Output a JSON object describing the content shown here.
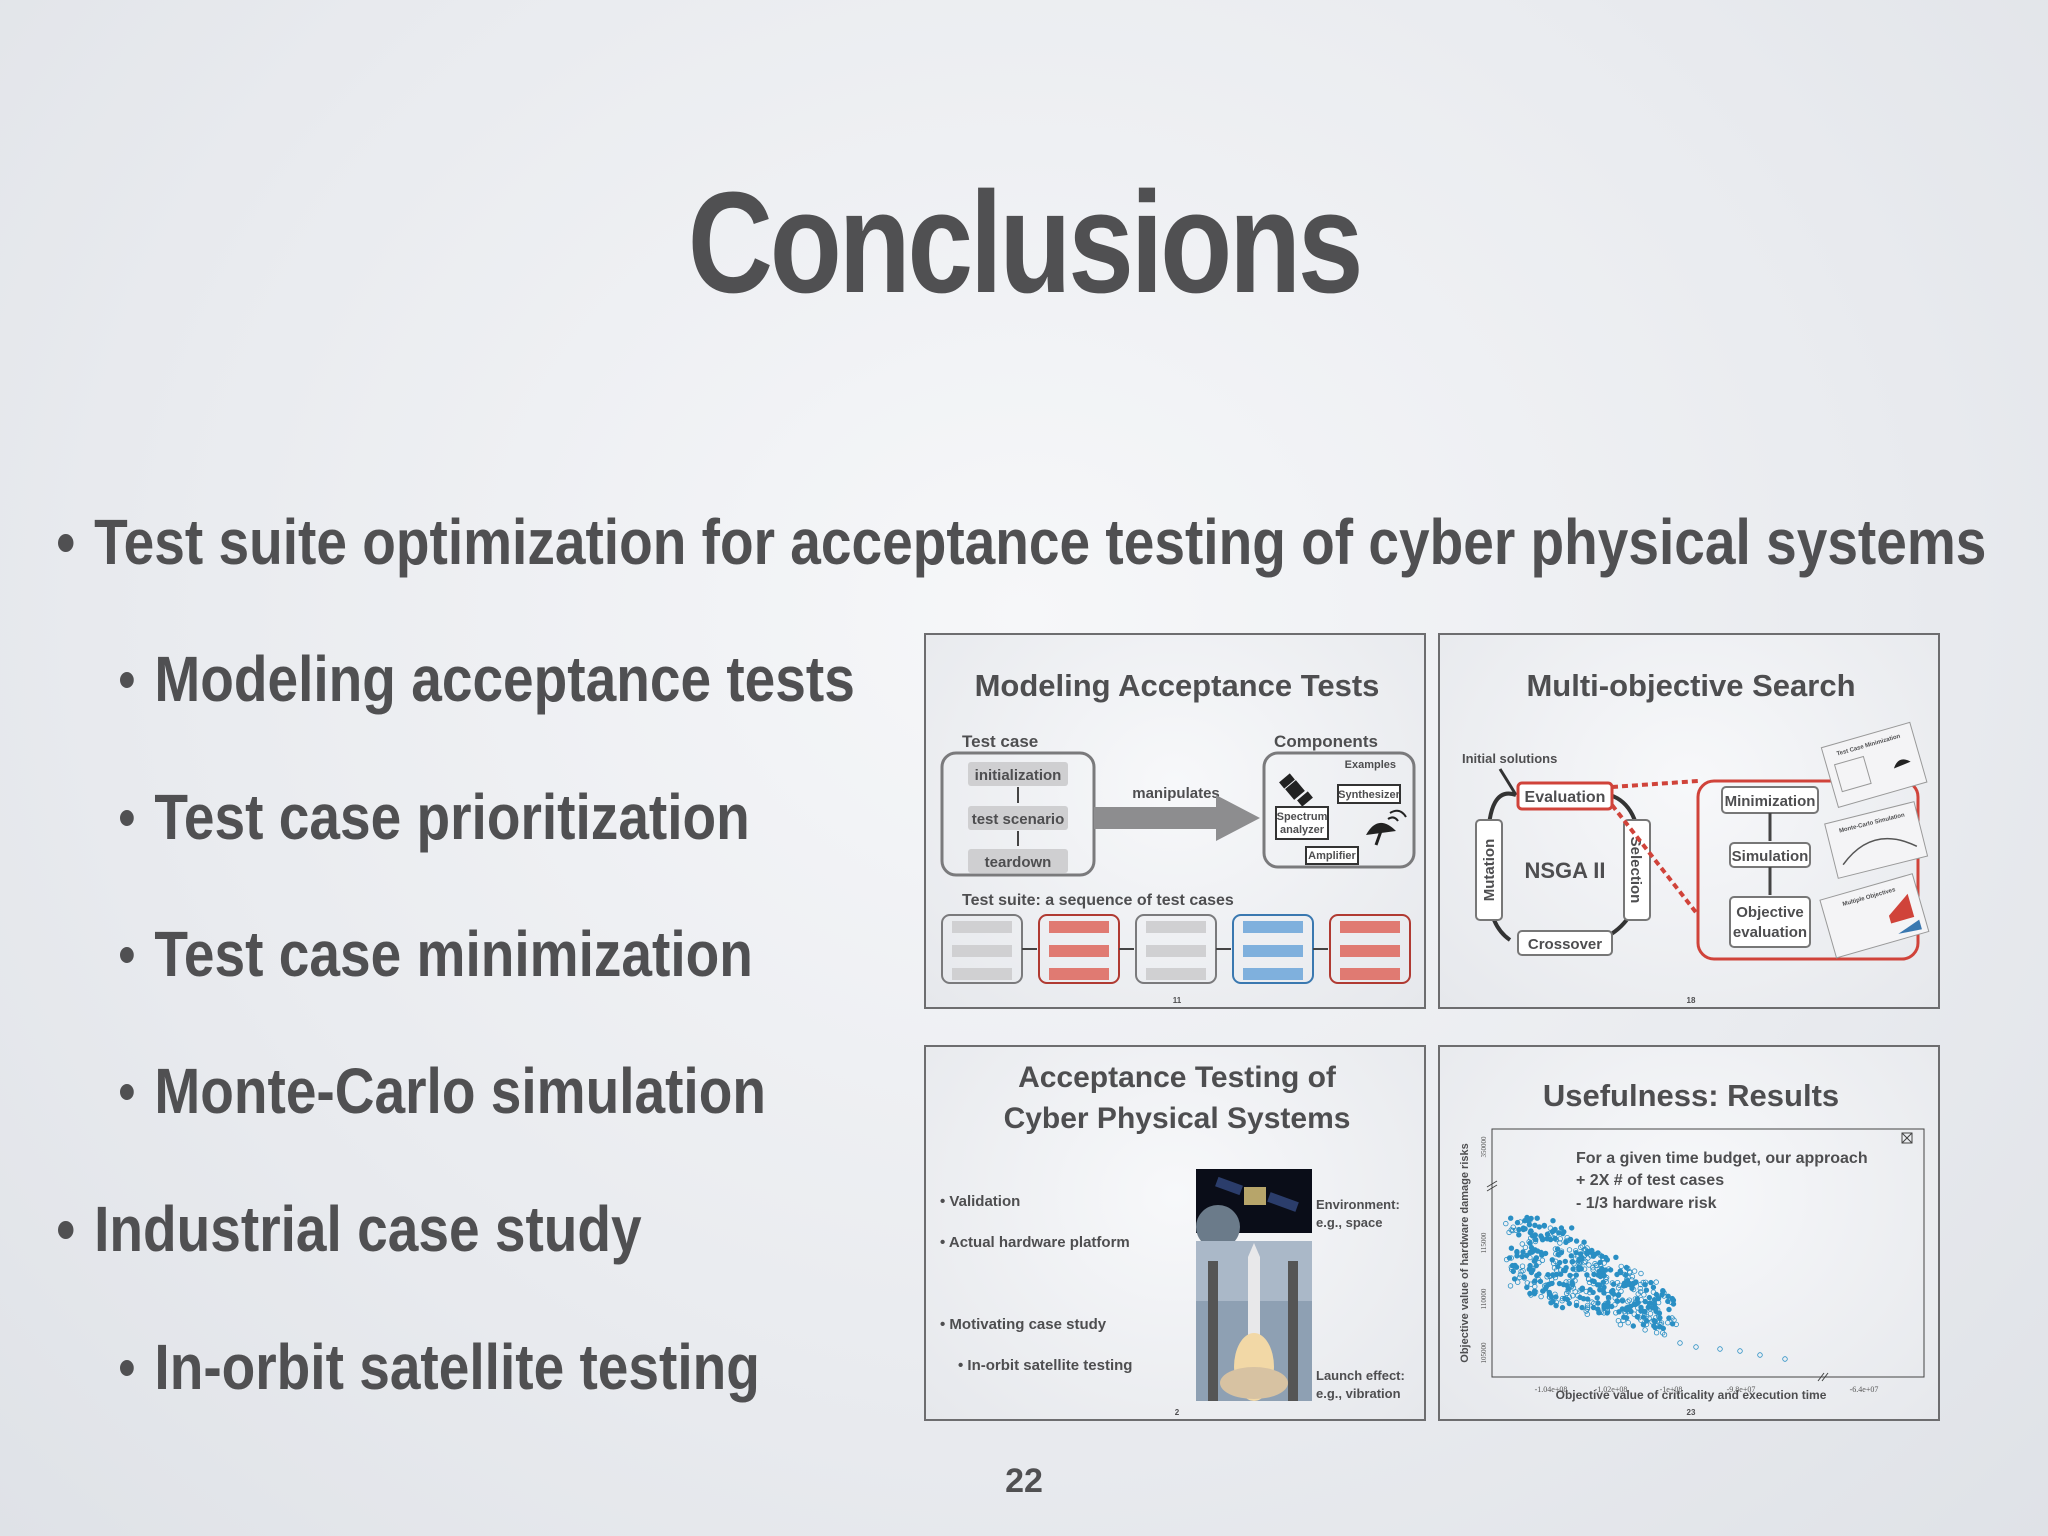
{
  "slide": {
    "title": "Conclusions",
    "page_number": "22",
    "bullets": [
      {
        "level": 1,
        "text": "Test suite optimization for acceptance testing of cyber physical systems"
      },
      {
        "level": 2,
        "text": "Modeling acceptance tests"
      },
      {
        "level": 2,
        "text": "Test case prioritization"
      },
      {
        "level": 2,
        "text": "Test case minimization"
      },
      {
        "level": 2,
        "text": "Monte-Carlo simulation"
      },
      {
        "level": 1,
        "text": "Industrial case study"
      },
      {
        "level": 2,
        "text": "In-orbit satellite testing"
      }
    ]
  },
  "thumbs": {
    "modeling": {
      "title": "Modeling Acceptance Tests",
      "test_case": "Test case",
      "steps": [
        "initialization",
        "test scenario",
        "teardown"
      ],
      "manipulates": "manipulates",
      "components": "Components",
      "examples": "Examples",
      "synthesizer": "Synthesizer",
      "spectrum": "Spectrum",
      "analyzer": "analyzer",
      "amplifier": "Amplifier",
      "suite_label": "Test suite: a sequence of test cases",
      "page": "11"
    },
    "search": {
      "title": "Multi-objective Search",
      "initial": "Initial solutions",
      "evaluation": "Evaluation",
      "nsga": "NSGA II",
      "mutation": "Mutation",
      "selection": "Selection",
      "crossover": "Crossover",
      "minimization": "Minimization",
      "simulation": "Simulation",
      "objective": "Objective",
      "evaluation2": "evaluation",
      "card1": "Test Case Minimization",
      "card2": "Monte-Carlo Simulation",
      "card3": "Multiple Objectives",
      "page": "18"
    },
    "acceptance": {
      "title_line1": "Acceptance Testing of",
      "title_line2": "Cyber Physical Systems",
      "validation": "Validation",
      "hardware": "Actual hardware platform",
      "motivating": "Motivating case study",
      "inorbit": "In-orbit satellite testing",
      "env1": "Environment:",
      "env2": "e.g., space",
      "launch1": "Launch effect:",
      "launch2": "e.g., vibration",
      "page": "2"
    },
    "results": {
      "title": "Usefulness: Results",
      "note1": "For a given time budget, our approach",
      "note2": "+ 2X # of test cases",
      "note3": "- 1/3 hardware risk",
      "ylabel": "Objective value of hardware damage risks",
      "xlabel": "Objective value of criticality and execution time",
      "xticks": [
        "-1.04e+08",
        "-1.02e+08",
        "-1e+08",
        "-9.8e+07",
        "-6.4e+07"
      ],
      "yticks": [
        "105000",
        "110000",
        "115000",
        "350000"
      ],
      "page": "23"
    }
  },
  "colors": {
    "text": "#505052",
    "red": "#d0433a",
    "blue": "#5b9bd5",
    "scatter": "#2a8fc4"
  }
}
